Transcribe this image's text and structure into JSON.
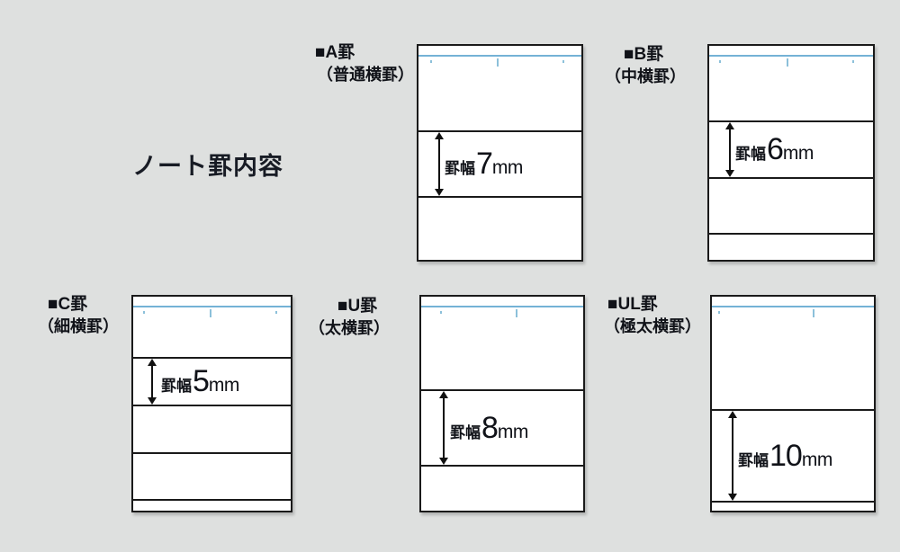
{
  "title": "ノート罫内容",
  "colors": {
    "background": "#dee0df",
    "card_background": "#ffffff",
    "card_border": "#1a1a1a",
    "ruled_line": "#1a1a1a",
    "header_line": "#74b2d6",
    "tick_mark": "#8cc0da",
    "heading_text": "#171b24",
    "label_text": "#101218",
    "arrow": "#111111"
  },
  "panels": [
    {
      "id": "A",
      "name": "■A罫",
      "subtitle": "（普通横罫）",
      "pitch_mm": 7,
      "width_label": {
        "prefix": "罫幅",
        "value": "7",
        "unit": "mm"
      }
    },
    {
      "id": "B",
      "name": "■B罫",
      "subtitle": "（中横罫）",
      "pitch_mm": 6,
      "width_label": {
        "prefix": "罫幅",
        "value": "6",
        "unit": "mm"
      }
    },
    {
      "id": "C",
      "name": "■C罫",
      "subtitle": "（細横罫）",
      "pitch_mm": 5,
      "width_label": {
        "prefix": "罫幅",
        "value": "5",
        "unit": "mm"
      }
    },
    {
      "id": "U",
      "name": "■U罫",
      "subtitle": "（太横罫）",
      "pitch_mm": 8,
      "width_label": {
        "prefix": "罫幅",
        "value": "8",
        "unit": "mm"
      }
    },
    {
      "id": "UL",
      "name": "■UL罫",
      "subtitle": "（極太横罫）",
      "pitch_mm": 10,
      "width_label": {
        "prefix": "罫幅",
        "value": "10",
        "unit": "mm"
      }
    }
  ]
}
